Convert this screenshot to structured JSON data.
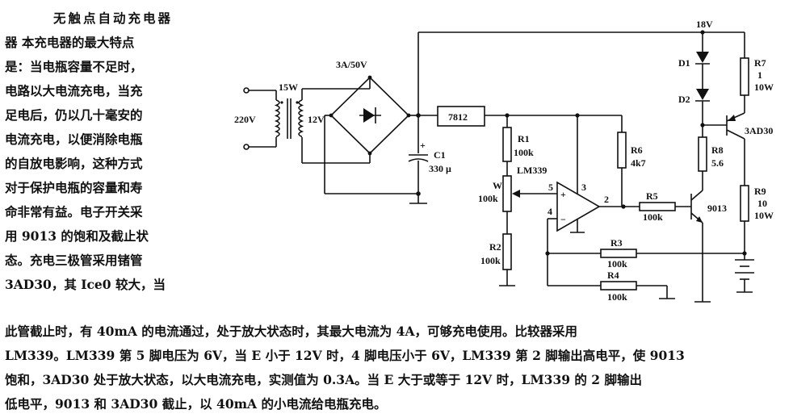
{
  "article": {
    "title": "无触点自动充电器",
    "side_lines": [
      "器  本充电器的最大特点",
      "是：当电瓶容量不足时，",
      "电路以大电流充电，当充",
      "足电后，仍以几十毫安的",
      "电流充电，以便消除电瓶",
      "的自放电影响，这种方式",
      "对于保护电瓶的容量和寿",
      "命非常有益。电子开关采",
      "用 9013 的饱和及截止状",
      "态。充电三极管采用锗管",
      "3AD30，其 Ice0 较大，当"
    ],
    "bottom_lines": [
      "此管截止时，有 40mA 的电流通过，处于放大状态时，其最大电流为 4A，可够充电使用。比较器采用",
      "LM339。LM339 第 5 脚电压为 6V，当 E 小于 12V 时，4 脚电压小于 6V，LM339 第 2 脚输出高电平，使 9013",
      "饱和，3AD30 处于放大状态，以大电流充电，实测值为 0.3A。当 E 大于或等于 12V 时，LM339 的 2 脚输出",
      "低电平，9013 和 3AD30 截止，以 40mA 的小电流给电瓶充电。"
    ]
  },
  "circuit": {
    "supply_label": "18V",
    "mains": "220V",
    "transformer_power": "15W",
    "secondary_voltage": "12V",
    "bridge_rating": "3A/50V",
    "regulator": "7812",
    "c1": {
      "name": "C1",
      "value": "330 μ",
      "plus": "+"
    },
    "r1": {
      "name": "R1",
      "value": "100k"
    },
    "w": {
      "name": "W",
      "value": "100k"
    },
    "r2": {
      "name": "R2",
      "value": "100k"
    },
    "r3": {
      "name": "R3",
      "value": "100k"
    },
    "r4": {
      "name": "R4",
      "value": "100k"
    },
    "r5": {
      "name": "R5",
      "value": "100k"
    },
    "r6": {
      "name": "R6",
      "value": "4k7"
    },
    "r7": {
      "name": "R7",
      "value": "1",
      "power": "10W"
    },
    "r8": {
      "name": "R8",
      "value": "5.6"
    },
    "r9": {
      "name": "R9",
      "value": "10",
      "power": "10W"
    },
    "d1": "D1",
    "d2": "D2",
    "comparator": "LM339",
    "pin5": "5",
    "pin4": "4",
    "pin3": "3",
    "pin2": "2",
    "op_plus": "+",
    "op_minus": "−",
    "q1": "9013",
    "q2": "3AD30"
  }
}
